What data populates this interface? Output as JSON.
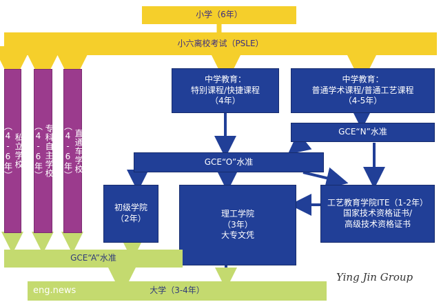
{
  "primary": "小学（6年）",
  "psle": "小六离校考试（PSLE）",
  "private_school": "私立学校\n（4-6年）",
  "specialized_independent": "专科自主学校\n（4-6年）",
  "through_train": "直通车学校\n（4-6年）",
  "secondary_special": "中学教育：\n特别课程/快捷课程\n（4年）",
  "secondary_normal": "中学教育：\n普通学术课程/普通工艺课程\n（4-5年）",
  "gce_n": "GCE“N”水准",
  "gce_o": "GCE“O”水准",
  "junior_college": "初级学院\n（2年）",
  "polytechnic": "理工学院\n（3年）\n大专文凭",
  "ite": "工艺教育学院ITE（1-2年）\n国家技术资格证书/\n高级技术资格证书",
  "gce_a": "GCE“A”水准",
  "university": "大学（3-4年）",
  "watermark_left": "eng.news",
  "watermark_right": "Ying Jin Group",
  "colors": {
    "yellow": "#f5cf2b",
    "blue": "#213f97",
    "purple": "#9b3b8d",
    "green": "#c4da6f"
  }
}
